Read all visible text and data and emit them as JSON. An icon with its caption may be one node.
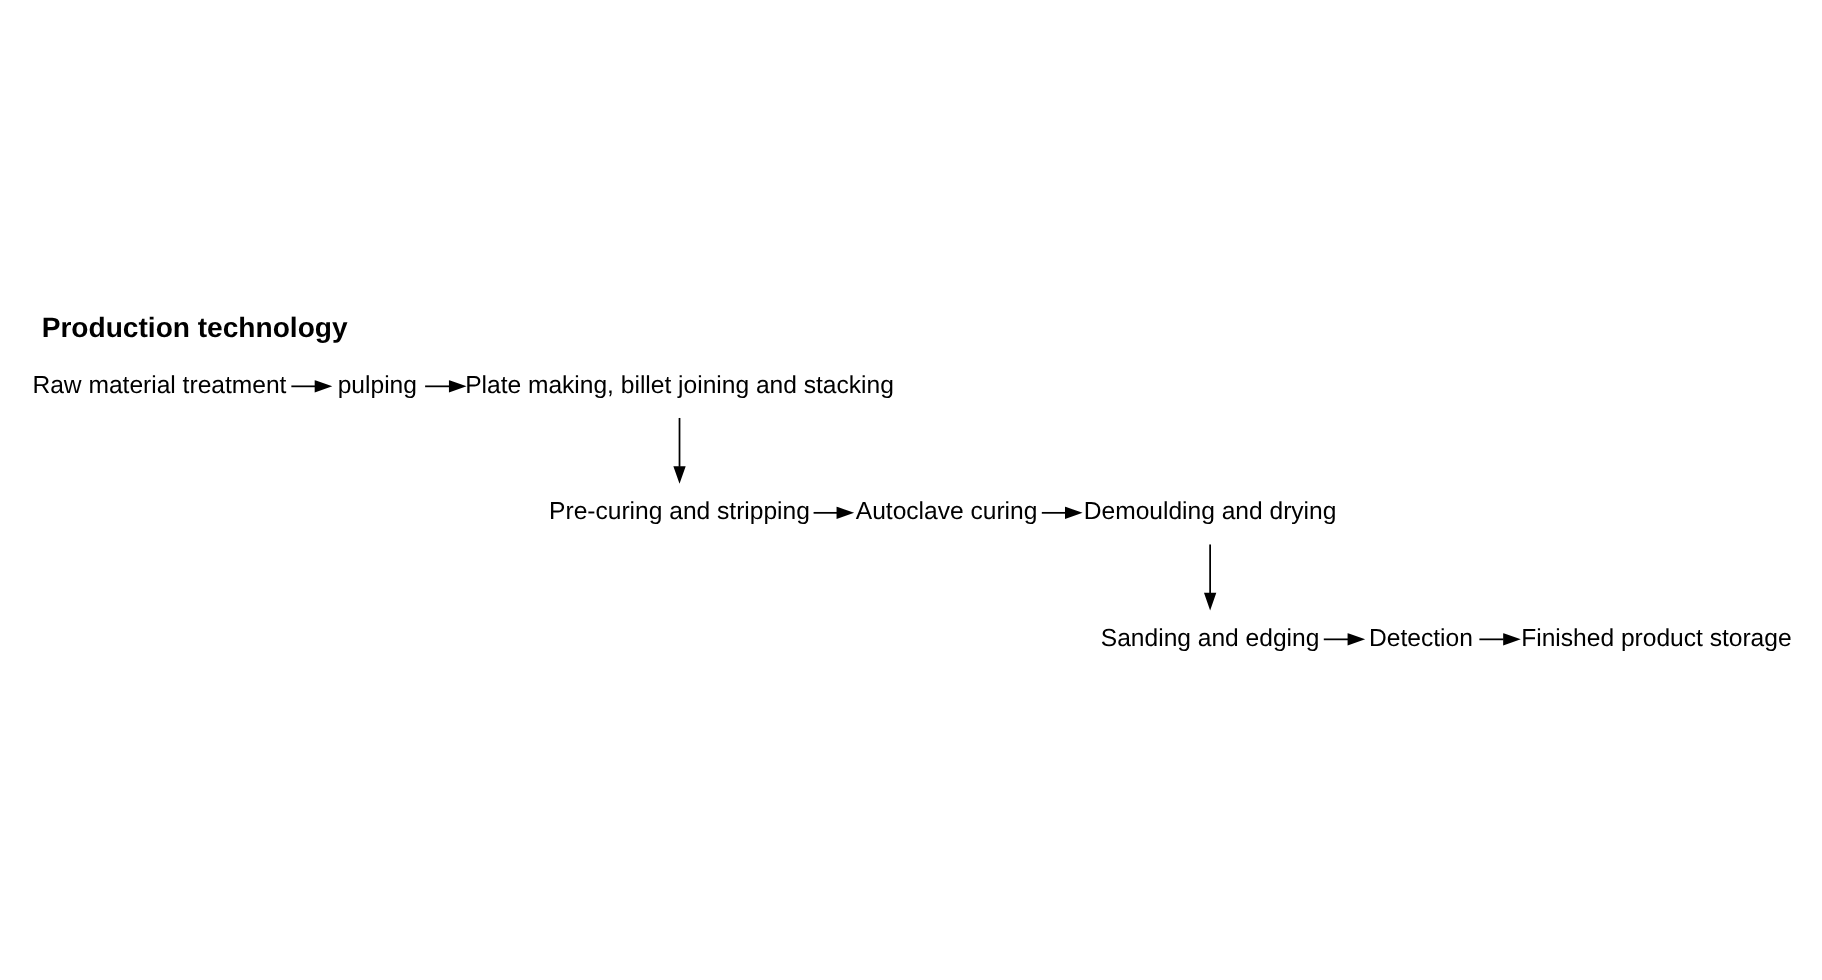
{
  "diagram": {
    "title": "Production technology",
    "nodes": [
      {
        "text": [
          "Raw material treatment"
        ]
      },
      {
        "text": [
          "pulping"
        ]
      },
      {
        "text": [
          "Plate making, billet joining and stacking"
        ]
      },
      {
        "text": [
          "Pre-curing and stripping"
        ]
      },
      {
        "text": [
          "Autoclave curing"
        ]
      },
      {
        "text": [
          "Demoulding and drying"
        ]
      },
      {
        "text": [
          "Sanding and edging"
        ]
      },
      {
        "text": [
          "Detection"
        ]
      },
      {
        "text": [
          "Finished product storage"
        ]
      }
    ],
    "edges": [
      {
        "from": 0,
        "to": 1,
        "arrow": "to"
      },
      {
        "from": 1,
        "to": 2,
        "arrow": "to"
      },
      {
        "from": 2,
        "to": 3,
        "arrow": "to"
      },
      {
        "from": 3,
        "to": 4,
        "arrow": "to"
      },
      {
        "from": 4,
        "to": 5,
        "arrow": "to"
      },
      {
        "from": 5,
        "to": 6,
        "arrow": "to"
      },
      {
        "from": 6,
        "to": 7,
        "arrow": "to"
      },
      {
        "from": 7,
        "to": 8,
        "arrow": "to"
      }
    ]
  }
}
